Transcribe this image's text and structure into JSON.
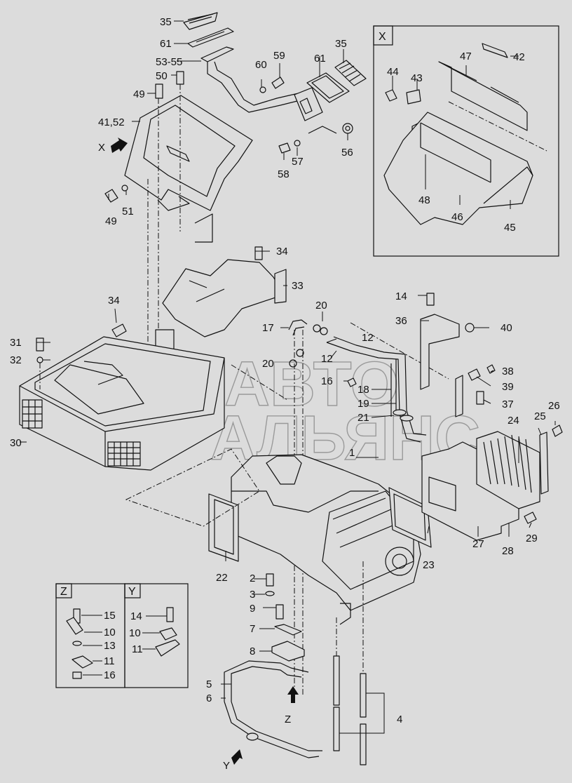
{
  "diagram": {
    "type": "exploded-parts-diagram",
    "subject": "air conditioner / heater unit assembly",
    "background_color": "#dcdcdc",
    "line_color": "#111111",
    "watermark": {
      "line1": "АВТО",
      "line2": "АЛЬЯНС"
    },
    "view_markers": [
      {
        "id": "X",
        "label": "X"
      },
      {
        "id": "Y",
        "label": "Y"
      },
      {
        "id": "Z",
        "label": "Z"
      }
    ],
    "main_labels": {
      "l35a": "35",
      "l61a": "61",
      "l5355": "53-55",
      "l50": "50",
      "l49a": "49",
      "l4152": "41,52",
      "l49b": "49",
      "l51": "51",
      "l60": "60",
      "l59": "59",
      "l61b": "61",
      "l35b": "35",
      "l56": "56",
      "l57": "57",
      "l58": "58",
      "l34a": "34",
      "l33": "33",
      "l34b": "34",
      "l31": "31",
      "l32": "32",
      "l30": "30",
      "l17": "17",
      "l20a": "20",
      "l20b": "20",
      "l12a": "12",
      "l12b": "12",
      "l16": "16",
      "l18": "18",
      "l19": "19",
      "l21": "21",
      "l14": "14",
      "l36": "36",
      "l40": "40",
      "l38": "38",
      "l39": "39",
      "l37": "37",
      "l24": "24",
      "l25": "25",
      "l26": "26",
      "l1": "1",
      "l22": "22",
      "l23": "23",
      "l27": "27",
      "l28": "28",
      "l29": "29",
      "l2": "2",
      "l3": "3",
      "l9": "9",
      "l7": "7",
      "l8": "8",
      "l5": "5",
      "l6": "6",
      "l4": "4"
    },
    "inset_x": {
      "title": "X",
      "labels": {
        "l47": "47",
        "l42": "42",
        "l44": "44",
        "l43": "43",
        "l48": "48",
        "l46": "46",
        "l45": "45"
      }
    },
    "inset_z": {
      "title": "Z",
      "labels": {
        "l15": "15",
        "l10": "10",
        "l13": "13",
        "l11": "11",
        "l16": "16"
      }
    },
    "inset_y": {
      "title": "Y",
      "labels": {
        "l14": "14",
        "l10": "10",
        "l11": "11"
      }
    }
  }
}
